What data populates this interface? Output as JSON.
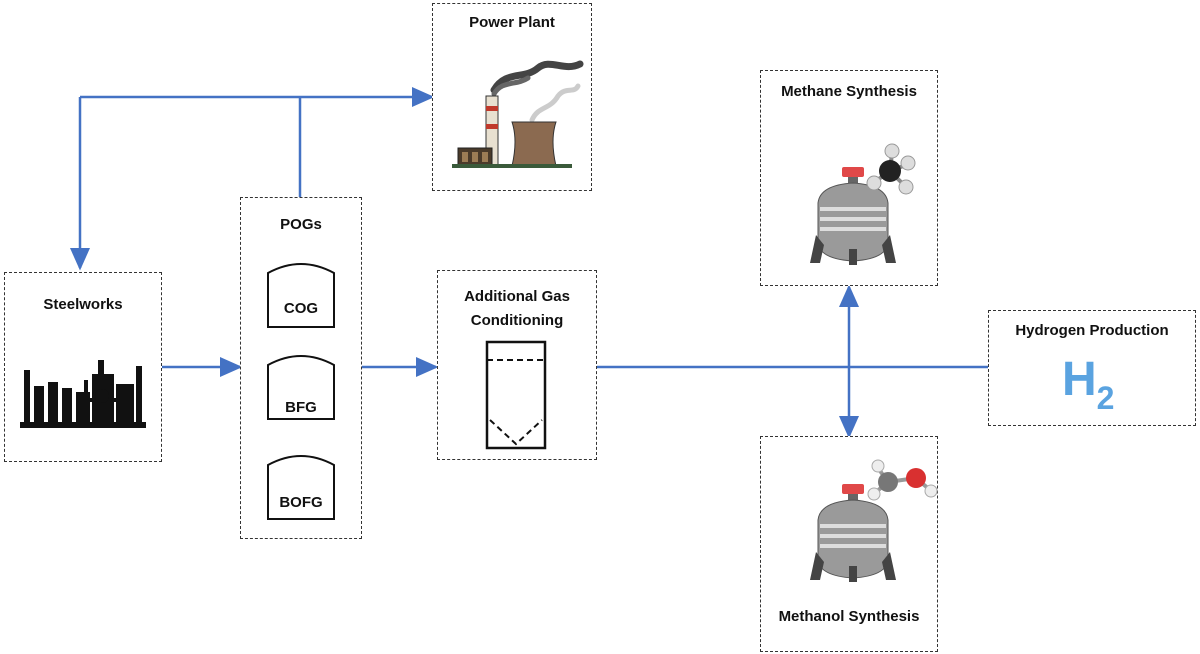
{
  "nodes": {
    "steelworks": {
      "label": "Steelworks"
    },
    "pogs": {
      "label": "POGs",
      "tanks": [
        "COG",
        "BFG",
        "BOFG"
      ]
    },
    "power_plant": {
      "label": "Power Plant"
    },
    "gas_conditioning": {
      "label_line1": "Additional Gas",
      "label_line2": "Conditioning"
    },
    "methane_synthesis": {
      "label": "Methane Synthesis"
    },
    "methanol_synthesis": {
      "label": "Methanol Synthesis"
    },
    "hydrogen_production": {
      "label": "Hydrogen Production",
      "symbol": "H",
      "subscript": "2"
    }
  },
  "colors": {
    "arrow": "#4472c4",
    "h2": "#5aa3e0",
    "tank_red": "#e04848",
    "vessel": "#9a9a9a"
  }
}
